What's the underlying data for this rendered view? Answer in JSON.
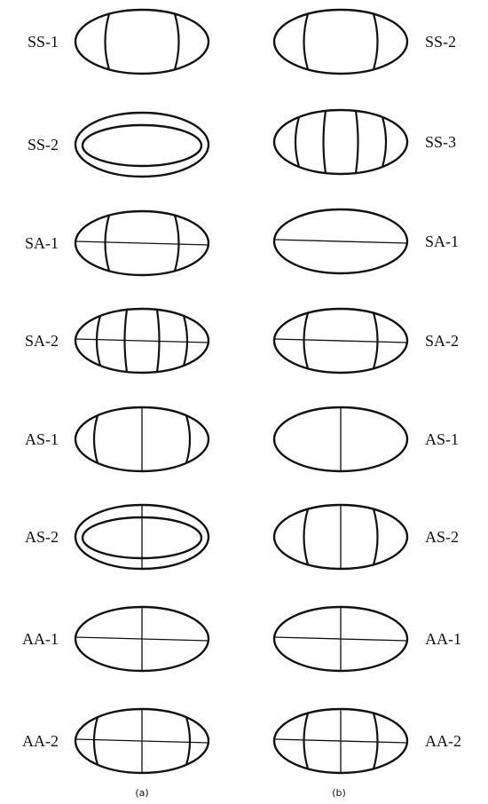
{
  "columns": [
    {
      "caption": "(a)",
      "modes": [
        {
          "label": "SS-1",
          "lines": [
            "curves-2"
          ]
        },
        {
          "label": "SS-2",
          "lines": [
            "inner-ellipse"
          ]
        },
        {
          "label": "SA-1",
          "lines": [
            "horizontal",
            "curves-2"
          ]
        },
        {
          "label": "SA-2",
          "lines": [
            "horizontal",
            "curves-4"
          ]
        },
        {
          "label": "AS-1",
          "lines": [
            "vertical",
            "end-curves"
          ]
        },
        {
          "label": "AS-2",
          "lines": [
            "vertical",
            "inner-ellipse"
          ]
        },
        {
          "label": "AA-1",
          "lines": [
            "horizontal",
            "vertical"
          ]
        },
        {
          "label": "AA-2",
          "lines": [
            "horizontal",
            "vertical",
            "end-curves"
          ]
        }
      ]
    },
    {
      "caption": "(b)",
      "modes": [
        {
          "label": "SS-2",
          "lines": [
            "curves-2"
          ]
        },
        {
          "label": "SS-3",
          "lines": [
            "curves-4"
          ]
        },
        {
          "label": "SA-1",
          "lines": [
            "horizontal"
          ]
        },
        {
          "label": "SA-2",
          "lines": [
            "horizontal",
            "curves-2"
          ]
        },
        {
          "label": "AS-1",
          "lines": [
            "vertical"
          ]
        },
        {
          "label": "AS-2",
          "lines": [
            "vertical",
            "curves-2"
          ]
        },
        {
          "label": "AA-1",
          "lines": [
            "horizontal",
            "vertical"
          ]
        },
        {
          "label": "AA-2",
          "lines": [
            "horizontal",
            "vertical",
            "curves-2"
          ]
        }
      ]
    }
  ]
}
